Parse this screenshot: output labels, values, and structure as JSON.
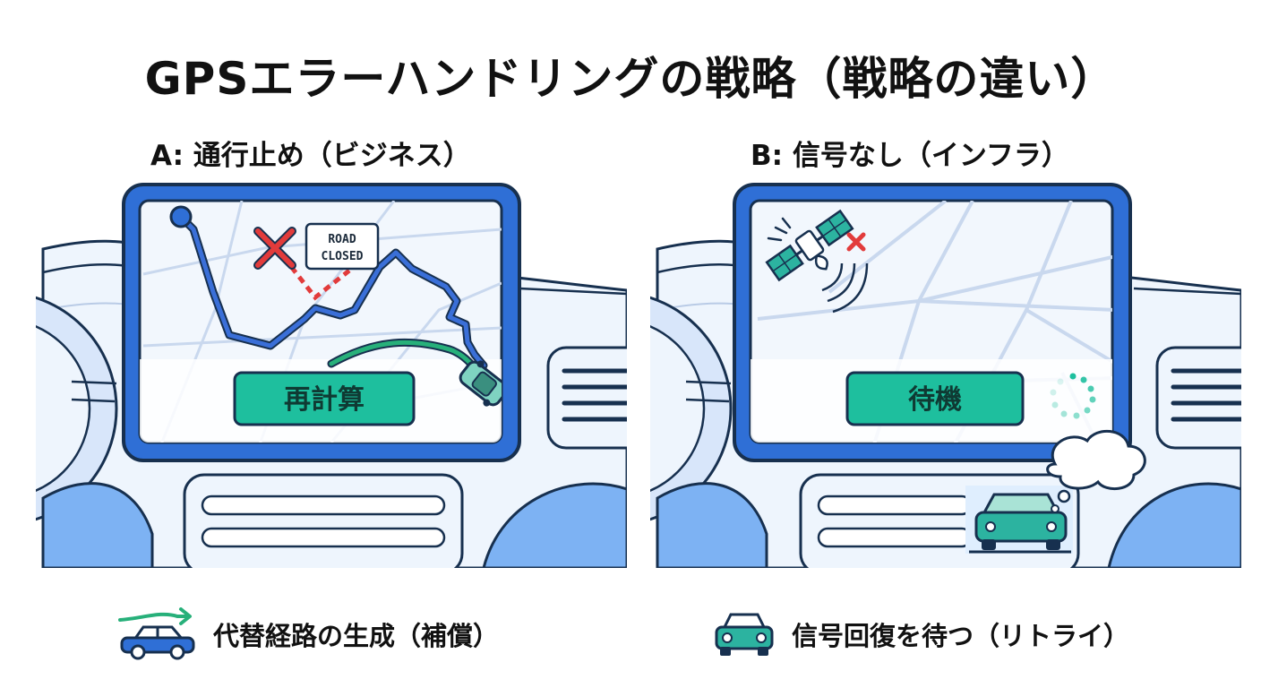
{
  "title": "GPSエラーハンドリングの戦略（戦略の違い）",
  "panel_a": {
    "heading": "A: 通行止め（ビジネス）",
    "sign_line1": "ROAD",
    "sign_line2": "CLOSED",
    "button": "再計算",
    "caption": "代替経路の生成（補償）"
  },
  "panel_b": {
    "heading": "B: 信号なし（インフラ）",
    "button": "待機",
    "caption": "信号回復を待つ（リトライ）"
  },
  "colors": {
    "frame": "#2f6fd6",
    "outline": "#17304f",
    "route": "#3a6fd8",
    "closed": "#e23b3b",
    "alt_route": "#27b07a",
    "button": "#1ebf9e",
    "dash": "#eef5fd",
    "map": "#f2f7fd"
  }
}
